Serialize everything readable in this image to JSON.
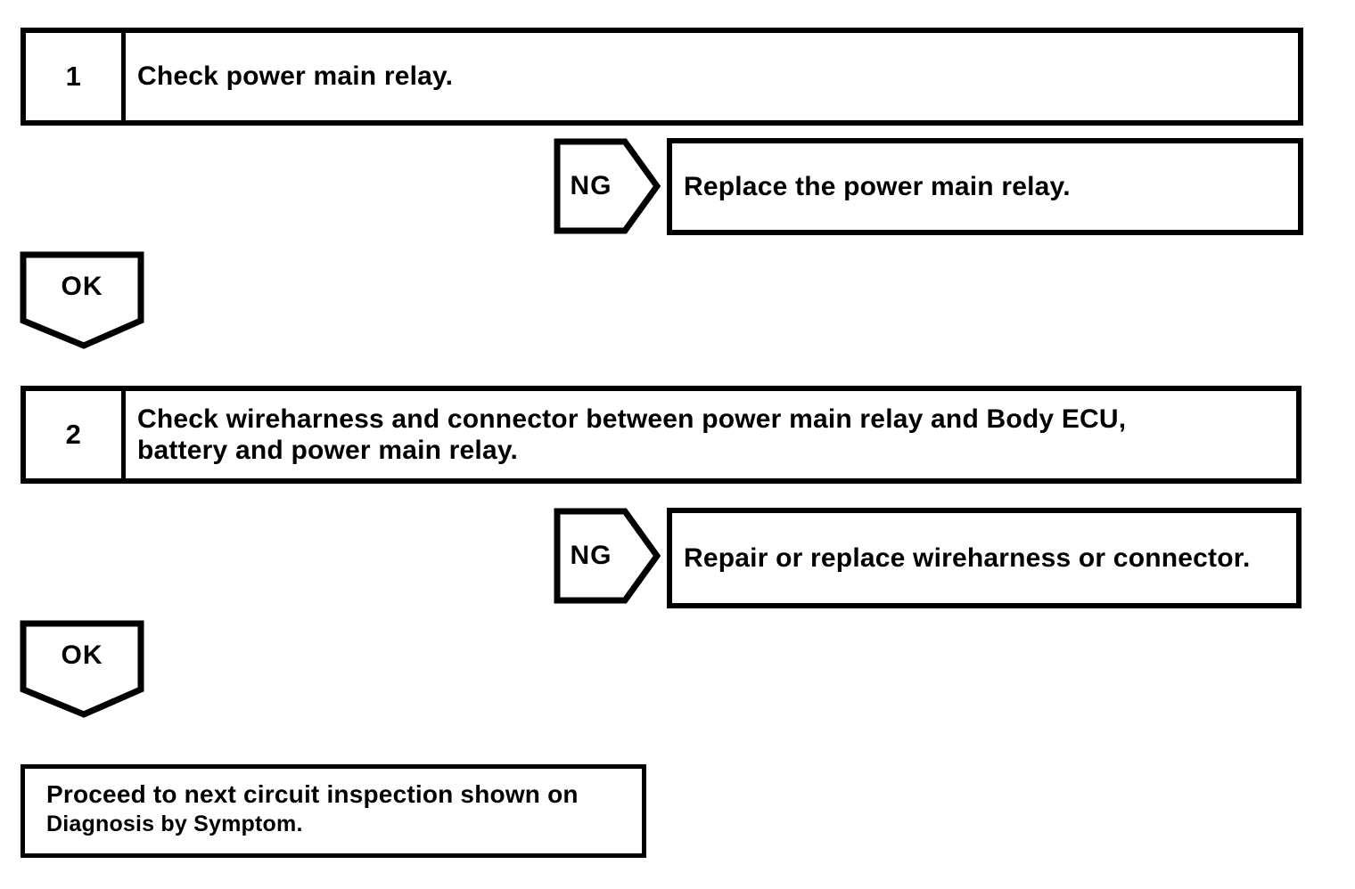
{
  "flowchart": {
    "steps": [
      {
        "number": "1",
        "instruction": "Check power main relay.",
        "ng": {
          "label": "NG",
          "action": "Replace the power main relay."
        },
        "ok": {
          "label": "OK"
        }
      },
      {
        "number": "2",
        "instruction": "Check wireharness and connector between power main relay and Body ECU,\nbattery and power main relay.",
        "ng": {
          "label": "NG",
          "action": "Repair or replace wireharness or connector."
        },
        "ok": {
          "label": "OK"
        }
      }
    ],
    "terminal": {
      "line1": "Proceed to next circuit inspection shown on",
      "line2": "Diagnosis by Symptom."
    },
    "colors": {
      "ink": "#000000",
      "paper": "#ffffff"
    }
  }
}
